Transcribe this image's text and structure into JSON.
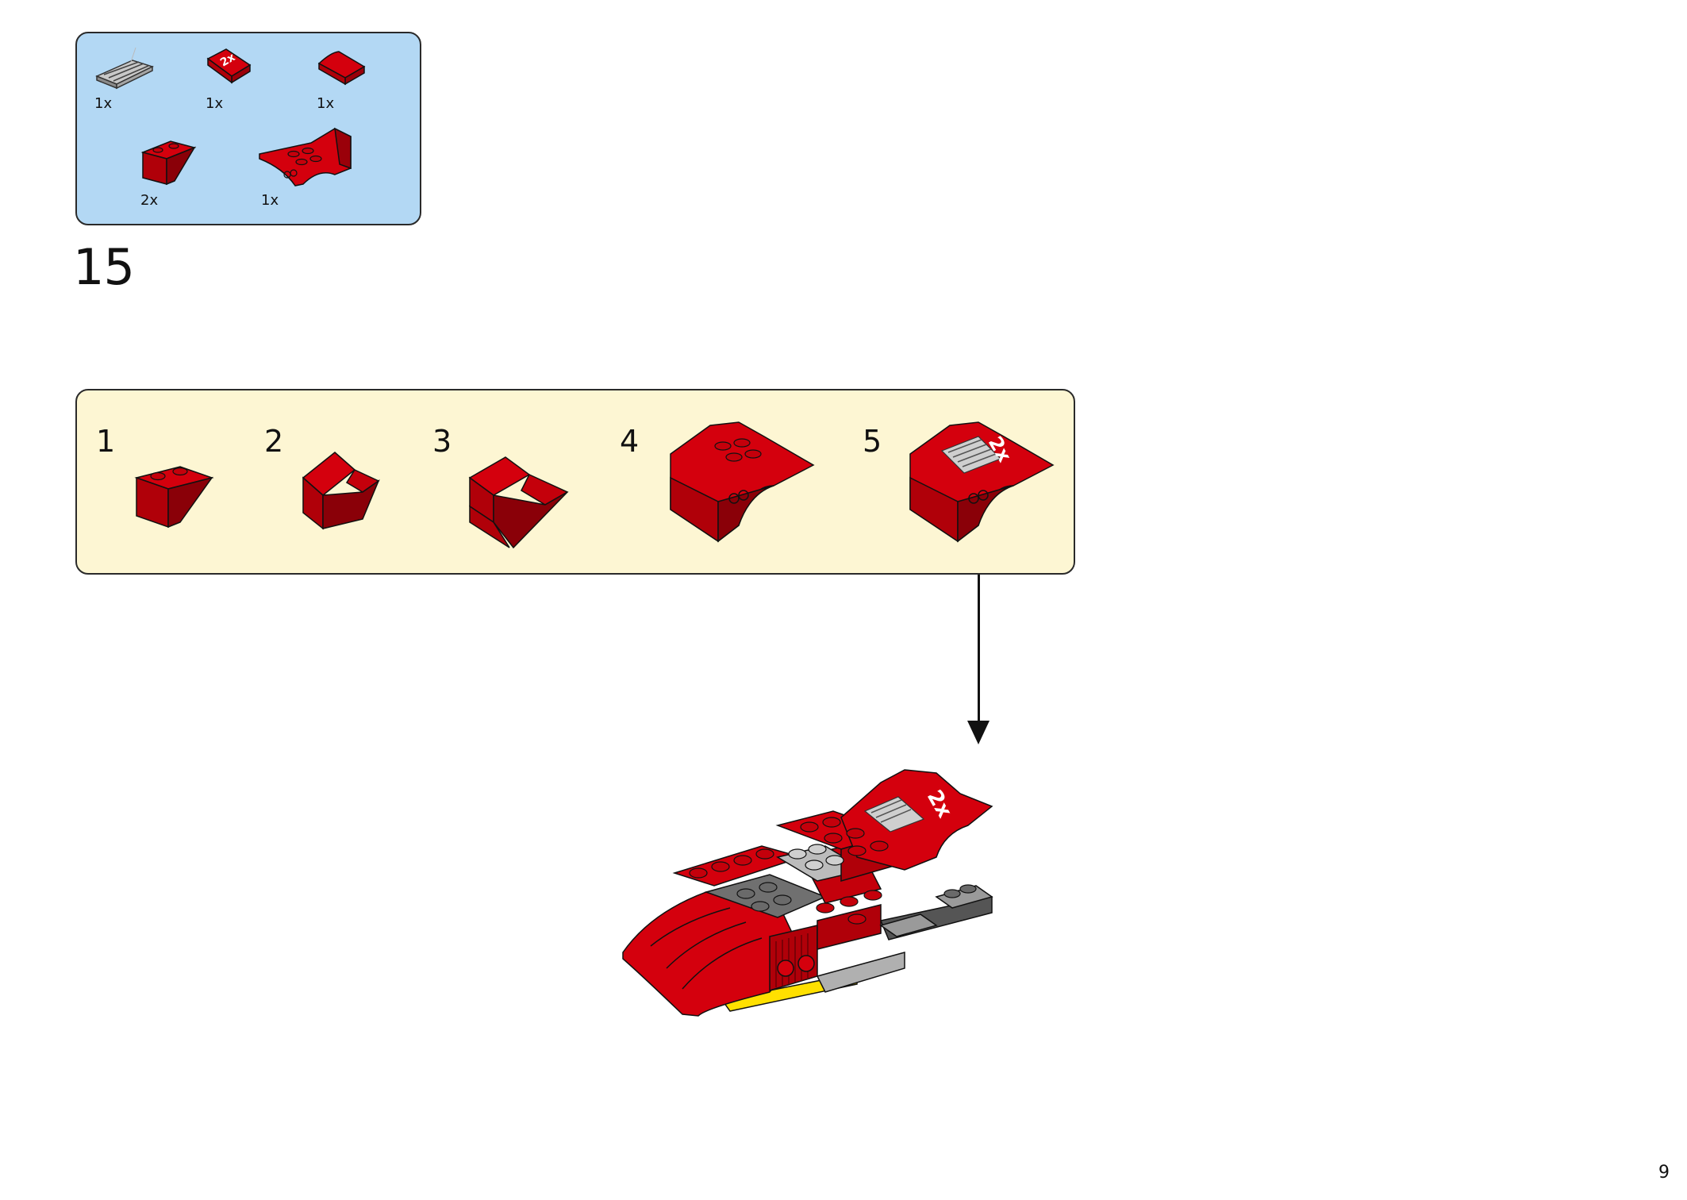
{
  "parts_list": {
    "items": [
      {
        "name": "grille-tile-gray",
        "qty": "1x"
      },
      {
        "name": "printed-2x-slope-red",
        "qty": "1x"
      },
      {
        "name": "curved-slope-red",
        "qty": "1x"
      },
      {
        "name": "inverted-slope-red",
        "qty": "2x"
      },
      {
        "name": "fender-plate-red",
        "qty": "1x"
      }
    ]
  },
  "step": {
    "number": "15"
  },
  "sub_assembly": {
    "steps": [
      {
        "label": "1"
      },
      {
        "label": "2"
      },
      {
        "label": "3"
      },
      {
        "label": "4"
      },
      {
        "label": "5"
      }
    ]
  },
  "sticker_text": "2x",
  "page": {
    "number": "9"
  },
  "colors": {
    "parts_bg": "#b3d8f4",
    "sub_bg": "#fdf6d3",
    "brick_red": "#d4000d",
    "brick_dark": "#8a0008",
    "gray": "#9a9a9a",
    "dark_gray": "#555555",
    "yellow": "#ffe000"
  }
}
